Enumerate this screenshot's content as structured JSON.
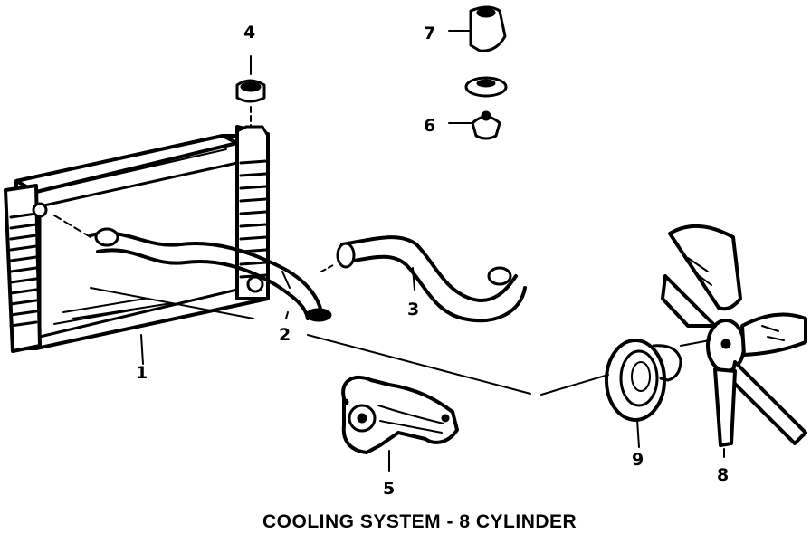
{
  "caption": "COOLING SYSTEM - 8 CYLINDER",
  "callouts": {
    "radiator": "1",
    "lower_hose": "2",
    "upper_hose": "3",
    "radiator_cap": "4",
    "water_pump": "5",
    "thermostat": "6",
    "thermostat_housing": "7",
    "fan_blade": "8",
    "fan_clutch": "9"
  }
}
